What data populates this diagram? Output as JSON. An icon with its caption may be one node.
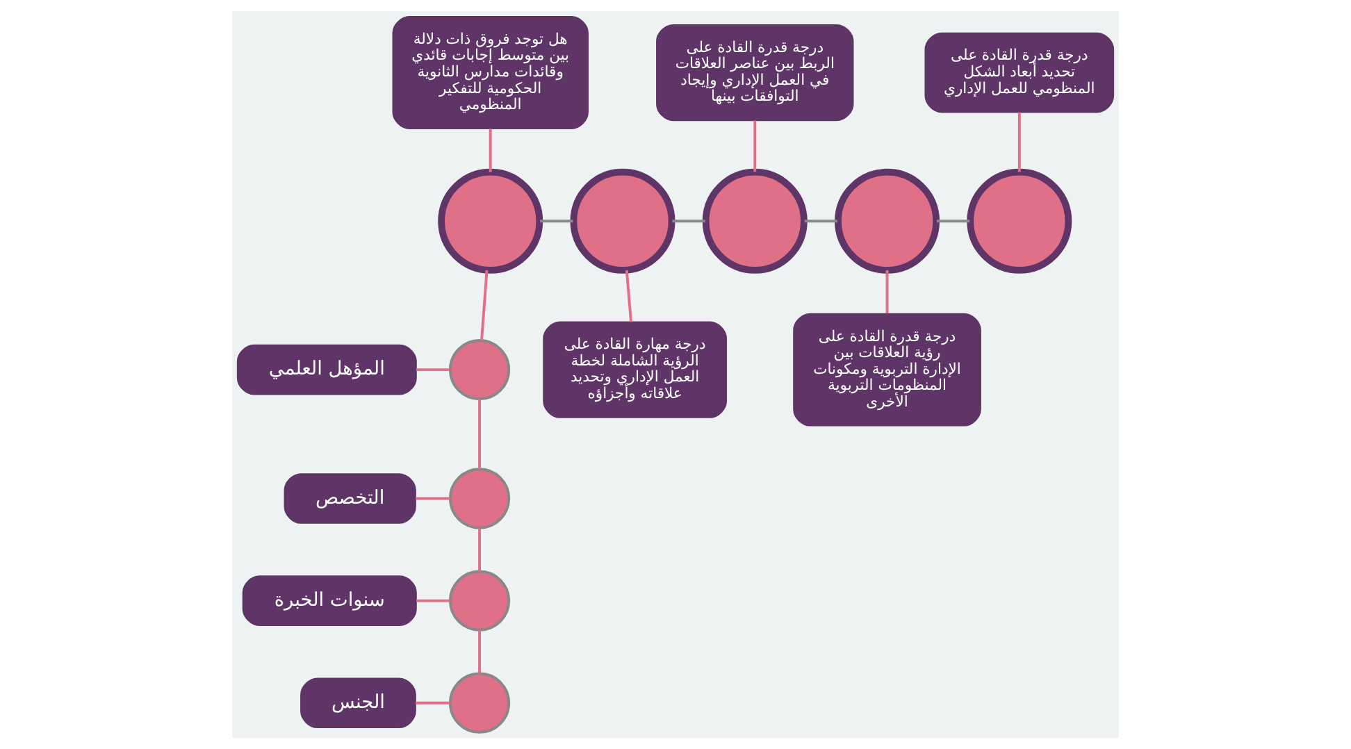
{
  "diagram": {
    "nodes": [
      {
        "text": [
          "هل توجد فروق ذات دلالة بين متوسط إجابات قائدي وقائدات مدارس الثانوية الحكومية للتفكير المنظومي"
        ]
      },
      {
        "text": [],
        "shape": "circle"
      },
      {
        "text": [
          "درجة مهارة القادة على الرؤية الشاملة لخطة العمل الإداري وتحديد علاقاته وأجزاؤه"
        ]
      },
      {
        "text": [],
        "shape": "circle"
      },
      {
        "text": [
          "درجة قدرة القادة على الربط بين عناصر العلاقات في العمل الإداري وإيجاد التوافقات بينها"
        ]
      },
      {
        "text": [],
        "shape": "circle"
      },
      {
        "text": [
          "درجة قدرة القادة على رؤية العلاقات بين الإدارة التربوية ومكونات المنظومات التربوية الأخرى"
        ]
      },
      {
        "text": [],
        "shape": "circle"
      },
      {
        "text": [
          "درجة قدرة القادة على تحديد أبعاد الشكل المنظومي للعمل الإداري"
        ]
      },
      {
        "text": [],
        "shape": "circle"
      },
      {
        "text": [
          "المؤهل العلمي"
        ]
      },
      {
        "text": [],
        "shape": "circle"
      },
      {
        "text": [
          "التخصص"
        ]
      },
      {
        "text": [],
        "shape": "circle"
      },
      {
        "text": [
          "سنوات الخبرة"
        ]
      },
      {
        "text": [],
        "shape": "circle"
      },
      {
        "text": [
          "الجنس"
        ]
      },
      {
        "text": [],
        "shape": "circle"
      }
    ],
    "edges": [
      {
        "from": 0,
        "to": 1,
        "arrow": "none"
      },
      {
        "from": 1,
        "to": 3,
        "arrow": "none",
        "color": "#8a8a8a"
      },
      {
        "from": 3,
        "to": 2,
        "arrow": "none"
      },
      {
        "from": 3,
        "to": 5,
        "arrow": "none",
        "color": "#8a8a8a"
      },
      {
        "from": 4,
        "to": 5,
        "arrow": "none"
      },
      {
        "from": 5,
        "to": 7,
        "arrow": "none",
        "color": "#8a8a8a"
      },
      {
        "from": 7,
        "to": 6,
        "arrow": "none"
      },
      {
        "from": 7,
        "to": 9,
        "arrow": "none",
        "color": "#8a8a8a"
      },
      {
        "from": 8,
        "to": 9,
        "arrow": "none"
      },
      {
        "from": 1,
        "to": 11,
        "arrow": "none"
      },
      {
        "from": 10,
        "to": 11,
        "arrow": "none"
      },
      {
        "from": 11,
        "to": 13,
        "arrow": "none"
      },
      {
        "from": 12,
        "to": 13,
        "arrow": "none"
      },
      {
        "from": 13,
        "to": 15,
        "arrow": "none"
      },
      {
        "from": 14,
        "to": 15,
        "arrow": "none"
      },
      {
        "from": 15,
        "to": 17,
        "arrow": "none"
      },
      {
        "from": 16,
        "to": 17,
        "arrow": "none"
      }
    ]
  }
}
